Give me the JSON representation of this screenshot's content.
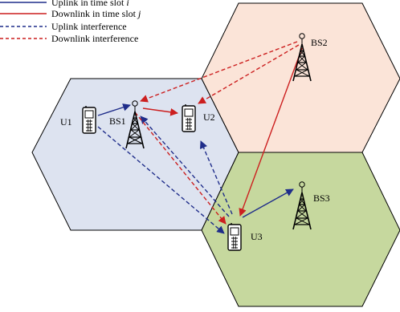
{
  "legend": {
    "items": [
      {
        "label": "Uplink in time slot ",
        "italic": "i",
        "color": "#1f2d8a",
        "dash": "solid"
      },
      {
        "label": "Downlink in time slot ",
        "italic": "j",
        "color": "#cc1f1f",
        "dash": "solid"
      },
      {
        "label": "Uplink interference",
        "italic": "",
        "color": "#1f2d8a",
        "dash": "dashed"
      },
      {
        "label": "Downlink interference",
        "italic": "",
        "color": "#cc1f1f",
        "dash": "dashed"
      }
    ]
  },
  "cells": {
    "cell1_color": "#dde3f0",
    "cell2_color": "#fbe4d8",
    "cell3_color": "#c6d89e",
    "border_color": "#000000"
  },
  "nodes": {
    "bs1": "BS1",
    "bs2": "BS2",
    "bs3": "BS3",
    "u1": "U1",
    "u2": "U2",
    "u3": "U3"
  },
  "colors": {
    "uplink": "#1f2d8a",
    "downlink": "#cc1f1f"
  }
}
